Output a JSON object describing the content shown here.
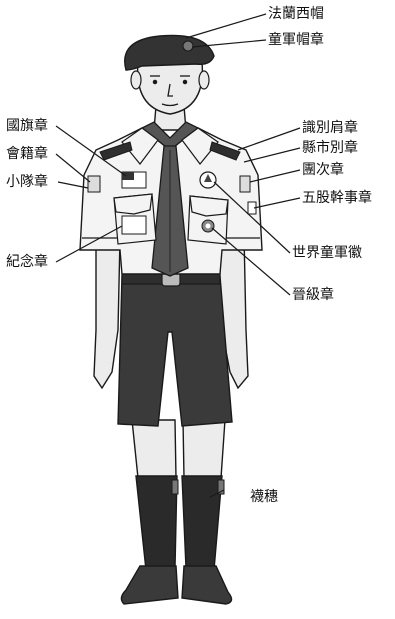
{
  "colors": {
    "ink": "#1a1a1a",
    "shirt": "#f4f4f4",
    "skin": "#ececec",
    "shorts": "#3a3a3a",
    "beret": "#333333",
    "tie": "#555555",
    "socks": "#2a2a2a"
  },
  "labels": {
    "beret": "法蘭西帽",
    "cap_badge": "童軍帽章",
    "shoulder_id": "識別肩章",
    "county_badge": "縣市別章",
    "troop_number": "團次章",
    "five_strand": "五股幹事章",
    "world_badge": "世界童軍徽",
    "rank_badge": "晉級章",
    "garter_tabs": "襪穗",
    "flag_badge": "國旗章",
    "membership_badge": "會籍章",
    "patrol_badge": "小隊章",
    "commemorative_badge": "紀念章"
  }
}
